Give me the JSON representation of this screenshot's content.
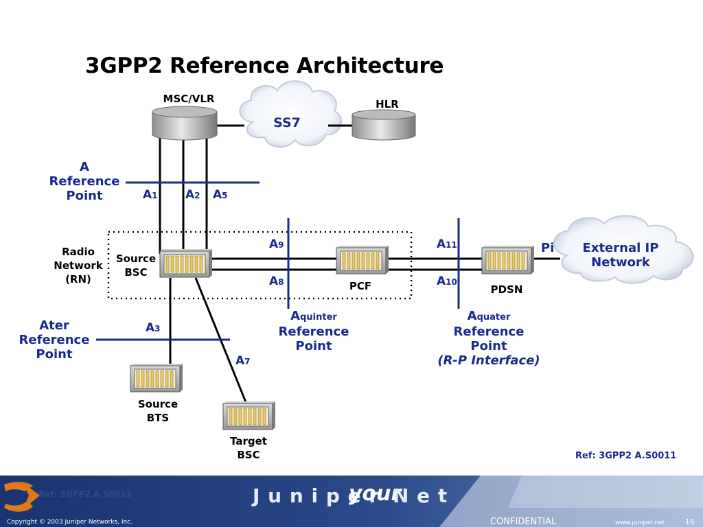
{
  "title": "3GPP2 Reference Architecture",
  "nodes": {
    "msc_vlr": "MSC/VLR",
    "hlr": "HLR",
    "ss7": "SS7",
    "external_ip": "External IP\nNetwork",
    "source_bsc": "Source\nBSC",
    "pcf": "PCF",
    "pdsn": "PDSN",
    "source_bts": "Source\nBTS",
    "target_bsc": "Target\nBSC",
    "radio_network": "Radio\nNetwork\n(RN)"
  },
  "reference_points": {
    "a": "A\nReference\nPoint",
    "ater": "Ater\nReference\nPoint",
    "aquinter_main": "A",
    "aquinter_sub": "quinter",
    "aquinter_rest": "Reference\nPoint",
    "aquater_main": "A",
    "aquater_sub": "quater",
    "aquater_rest": "Reference\nPoint",
    "aquater_note": "(R-P Interface)"
  },
  "interfaces": {
    "a1": {
      "main": "A",
      "sub": "1"
    },
    "a2": {
      "main": "A",
      "sub": "2"
    },
    "a5": {
      "main": "A",
      "sub": "5"
    },
    "a3": {
      "main": "A",
      "sub": "3"
    },
    "a7": {
      "main": "A",
      "sub": "7"
    },
    "a8": {
      "main": "A",
      "sub": "8"
    },
    "a9": {
      "main": "A",
      "sub": "9"
    },
    "a10": {
      "main": "A",
      "sub": "10"
    },
    "a11": {
      "main": "A",
      "sub": "11"
    },
    "pi": "Pi"
  },
  "ref_note": "Ref: 3GPP2 A.S0011",
  "footer": {
    "brand": "J u n i p e r",
    "brand_your": "your",
    "brand_net": "N e t",
    "copyright": "Copyright © 2003 Juniper Networks, Inc.",
    "confidential": "CONFIDENTIAL",
    "url": "www.juniper.net",
    "page": "16",
    "ghost_ref": "Ref: 3GPP2 A.S0011"
  },
  "colors": {
    "interface_blue": "#1a2a8c",
    "footer_blue": "#1f3a78",
    "footer_light": "#6f8fc0",
    "accent_orange": "#e07a18"
  }
}
